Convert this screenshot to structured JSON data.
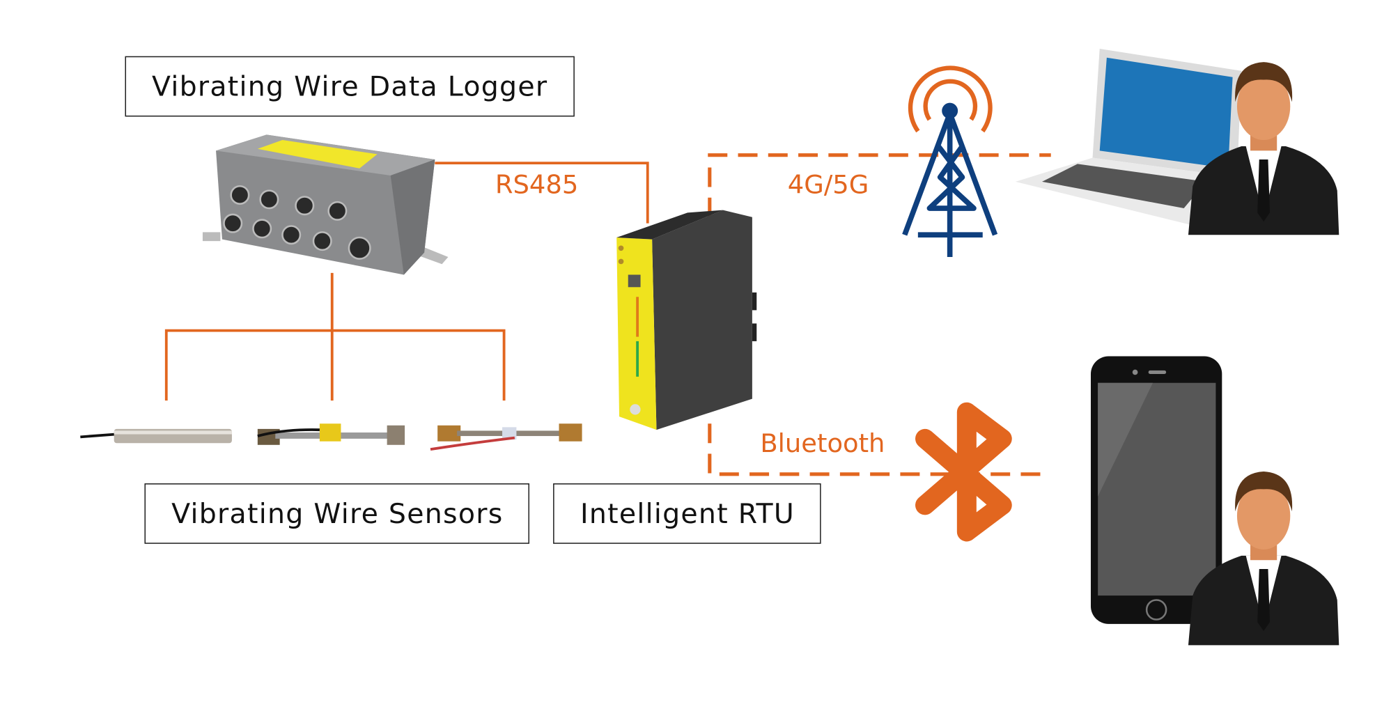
{
  "labels": {
    "data_logger": "Vibrating Wire Data Logger",
    "sensors": "Vibrating Wire Sensors",
    "rtu": "Intelligent RTU"
  },
  "links": {
    "rs485": "RS485",
    "cellular": "4G/5G",
    "bluetooth": "Bluetooth"
  },
  "icons": [
    "data-logger-device",
    "vibrating-wire-sensor",
    "rtu-device",
    "cell-tower-icon",
    "laptop-icon",
    "person-icon",
    "smartphone-icon",
    "bluetooth-icon"
  ],
  "colors": {
    "accent": "#e2661f",
    "tower": "#0e3f7e",
    "rtu_front": "#f2e51c"
  }
}
